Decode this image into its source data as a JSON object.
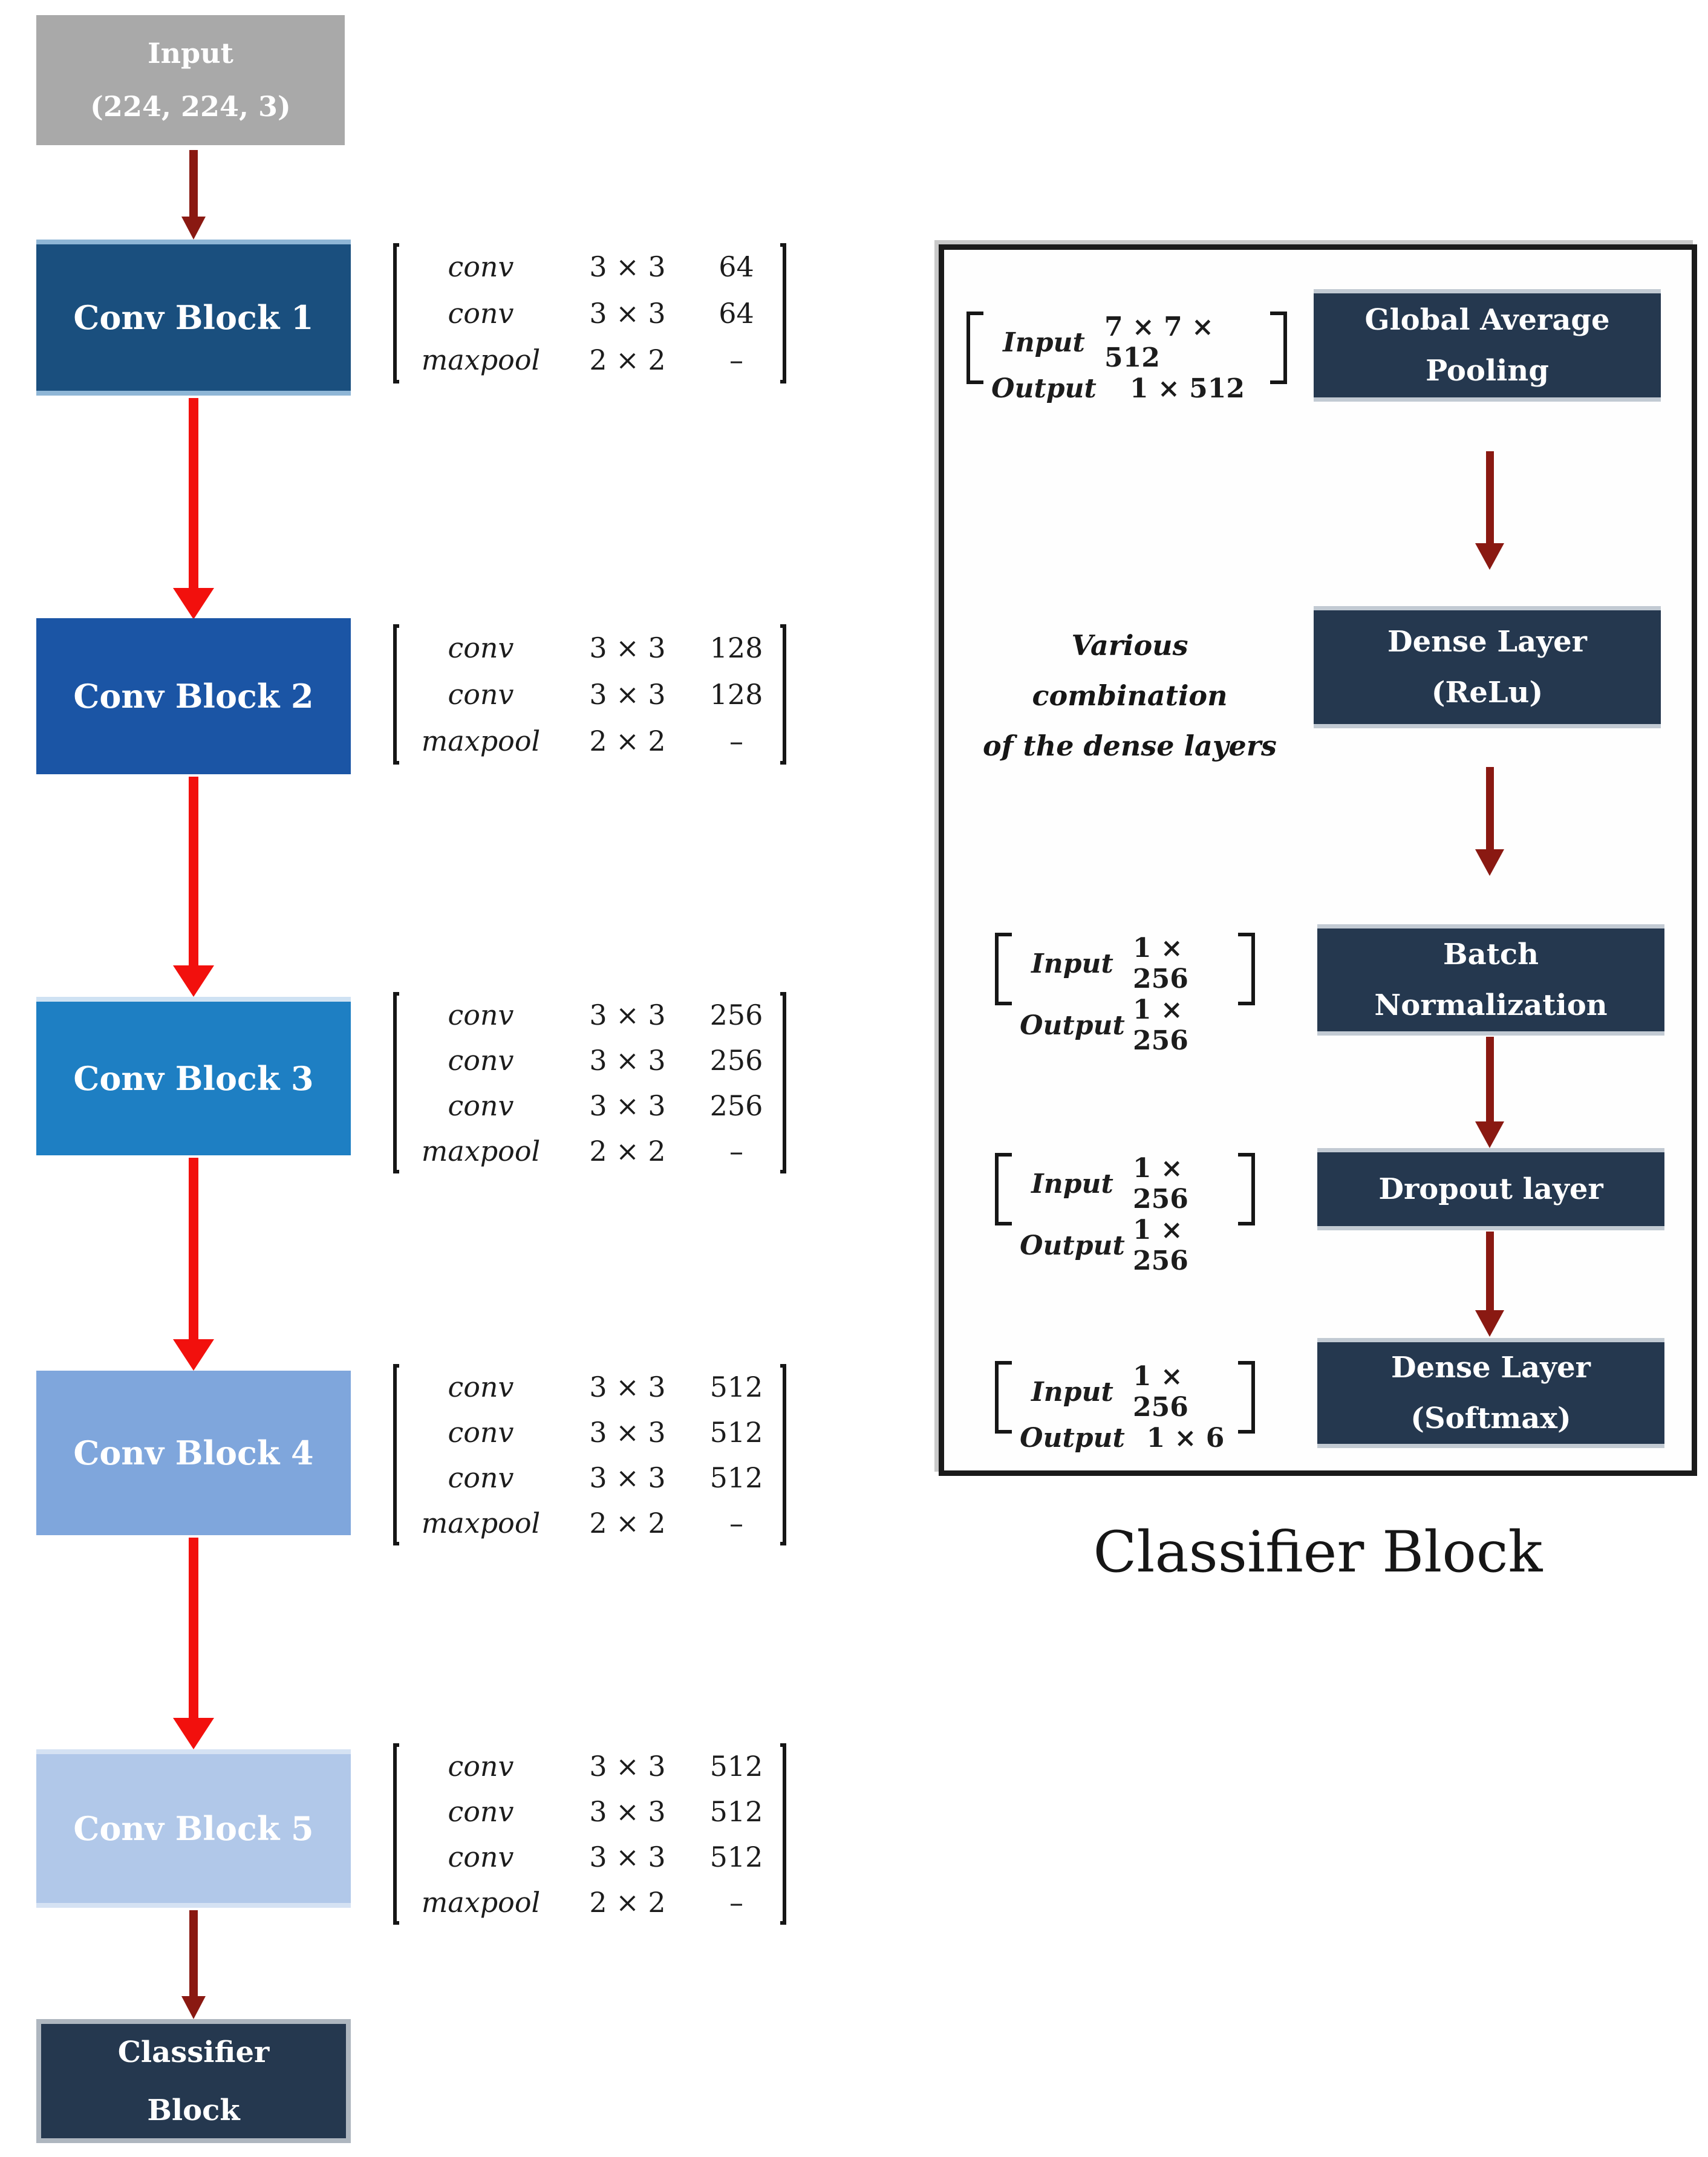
{
  "figure": {
    "input_box": {
      "line1": "Input",
      "line2": "(224, 224, 3)"
    },
    "left_blocks": [
      {
        "label": "Conv Block 1",
        "color": "#1a4f7e",
        "matrix": [
          [
            "conv",
            "3 × 3",
            "64"
          ],
          [
            "conv",
            "3 × 3",
            "64"
          ],
          [
            "maxpool",
            "2 × 2",
            "–"
          ]
        ]
      },
      {
        "label": "Conv Block 2",
        "color": "#1b55a5",
        "matrix": [
          [
            "conv",
            "3 × 3",
            "128"
          ],
          [
            "conv",
            "3 × 3",
            "128"
          ],
          [
            "maxpool",
            "2 × 2",
            "–"
          ]
        ]
      },
      {
        "label": "Conv Block 3",
        "color": "#1e7fc3",
        "matrix": [
          [
            "conv",
            "3 × 3",
            "256"
          ],
          [
            "conv",
            "3 × 3",
            "256"
          ],
          [
            "conv",
            "3 × 3",
            "256"
          ],
          [
            "maxpool",
            "2 × 2",
            "–"
          ]
        ]
      },
      {
        "label": "Conv Block 4",
        "color": "#7fa6dc",
        "matrix": [
          [
            "conv",
            "3 × 3",
            "512"
          ],
          [
            "conv",
            "3 × 3",
            "512"
          ],
          [
            "conv",
            "3 × 3",
            "512"
          ],
          [
            "maxpool",
            "2 × 2",
            "–"
          ]
        ]
      },
      {
        "label": "Conv Block 5",
        "color": "#b1c8e9",
        "matrix": [
          [
            "conv",
            "3 × 3",
            "512"
          ],
          [
            "conv",
            "3 × 3",
            "512"
          ],
          [
            "conv",
            "3 × 3",
            "512"
          ],
          [
            "maxpool",
            "2 × 2",
            "–"
          ]
        ]
      }
    ],
    "classifier_box": {
      "line1": "Classifier",
      "line2": "Block"
    },
    "right_panel": {
      "caption": "Classifier Block",
      "note": {
        "line1": "Various combination",
        "line2": "of the dense layers"
      },
      "stages": [
        {
          "line1": "Global Average",
          "line2": "Pooling",
          "io": {
            "input_label": "Input",
            "input_value": "7 × 7 × 512",
            "output_label": "Output",
            "output_value": "1 × 512"
          }
        },
        {
          "line1": "Dense Layer",
          "line2": "(ReLu)"
        },
        {
          "line1": "Batch",
          "line2": "Normalization",
          "io": {
            "input_label": "Input",
            "input_value": "1 × 256",
            "output_label": "Output",
            "output_value": "1 × 256"
          }
        },
        {
          "line1": "Dropout layer",
          "io": {
            "input_label": "Input",
            "input_value": "1 × 256",
            "output_label": "Output",
            "output_value": "1 × 256"
          }
        },
        {
          "line1": "Dense Layer",
          "line2": "(Softmax)",
          "io": {
            "input_label": "Input",
            "input_value": "1 × 256",
            "output_label": "Output",
            "output_value": "1 × 6"
          }
        }
      ]
    },
    "colors": {
      "input_gray": "#a9a9a9",
      "conv_block_1": "#1a4f7e",
      "conv_block_2": "#1b55a5",
      "conv_block_3": "#1e7fc3",
      "conv_block_4": "#7fa6dc",
      "conv_block_5": "#b1c8e9",
      "classifier_navy": "#25384f",
      "arrow_red": "#f2100d",
      "arrow_maroon": "#8a1912"
    }
  }
}
